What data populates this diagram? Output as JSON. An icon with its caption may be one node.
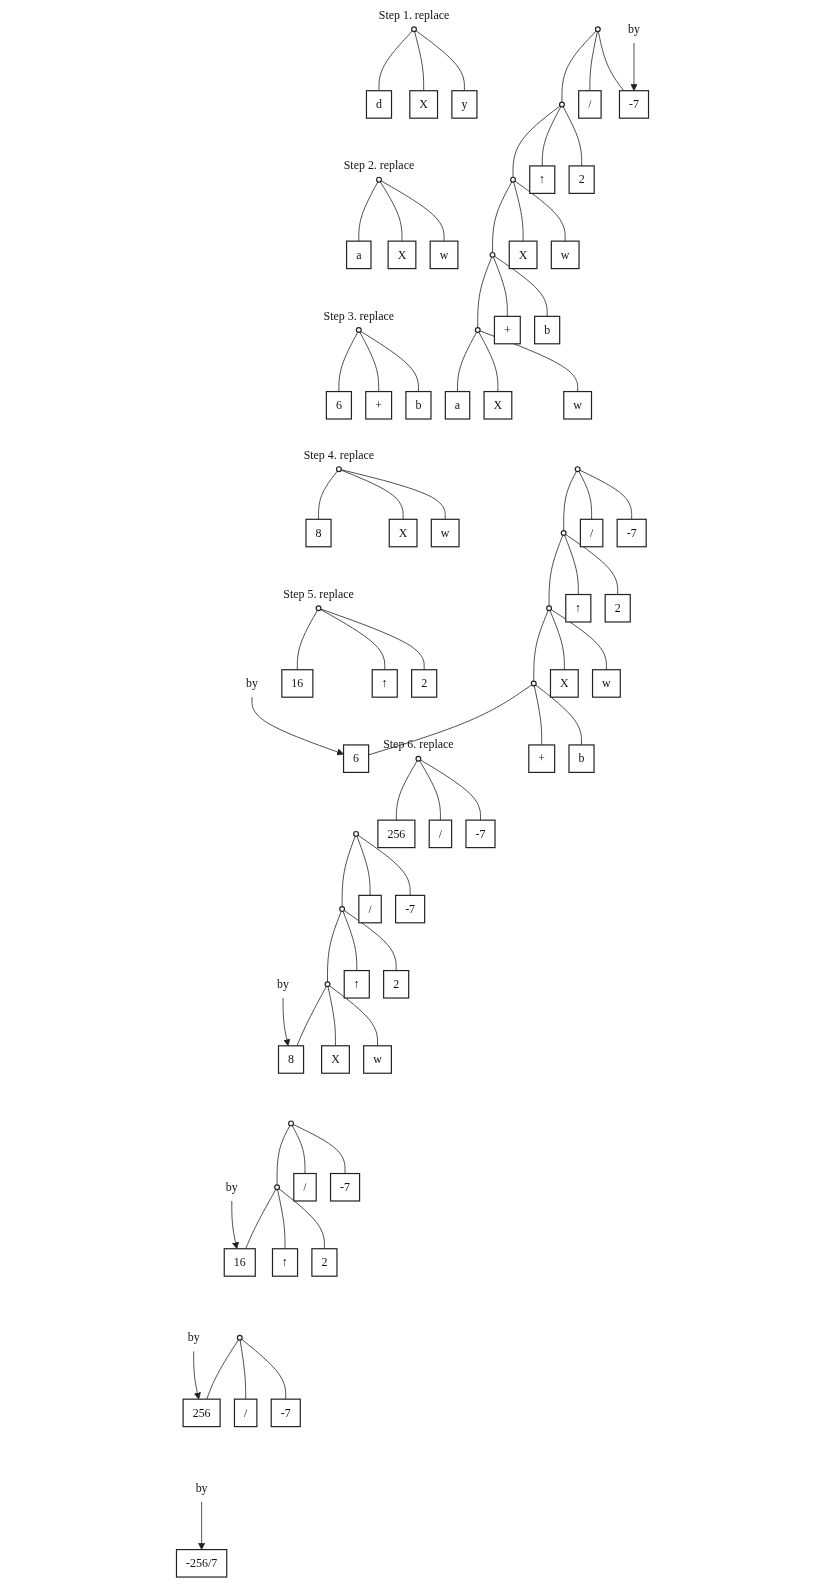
{
  "diagram": {
    "nodes": [
      {
        "text": [],
        "shape": "circle",
        "beside": [
          "Step 1. replace"
        ]
      },
      {
        "text": [
          "d"
        ]
      },
      {
        "text": [
          "X"
        ]
      },
      {
        "text": [
          "y"
        ]
      },
      {
        "text": [
          "by"
        ]
      },
      {
        "text": [],
        "shape": "circle"
      },
      {
        "text": [],
        "shape": "circle"
      },
      {
        "text": [
          "/"
        ]
      },
      {
        "text": [
          "-7"
        ]
      },
      {
        "text": [],
        "shape": "circle"
      },
      {
        "text": [
          "↑"
        ]
      },
      {
        "text": [
          "2"
        ]
      },
      {
        "text": [],
        "shape": "circle"
      },
      {
        "text": [
          "X"
        ]
      },
      {
        "text": [
          "w"
        ]
      },
      {
        "text": [],
        "shape": "circle"
      },
      {
        "text": [
          "+"
        ]
      },
      {
        "text": [
          "b"
        ]
      },
      {
        "text": [
          "a"
        ]
      },
      {
        "text": [
          "X"
        ]
      },
      {
        "text": [
          "w"
        ]
      },
      {
        "text": [],
        "shape": "circle",
        "beside": [
          "Step 2. replace"
        ]
      },
      {
        "text": [
          "a"
        ]
      },
      {
        "text": [
          "X"
        ]
      },
      {
        "text": [
          "w"
        ]
      },
      {
        "text": [
          "by"
        ]
      },
      {
        "text": [],
        "shape": "circle"
      },
      {
        "text": [],
        "shape": "circle"
      },
      {
        "text": [
          "/"
        ]
      },
      {
        "text": [
          "-7"
        ]
      },
      {
        "text": [],
        "shape": "circle"
      },
      {
        "text": [
          "↑"
        ]
      },
      {
        "text": [
          "2"
        ]
      },
      {
        "text": [],
        "shape": "circle"
      },
      {
        "text": [
          "X"
        ]
      },
      {
        "text": [
          "w"
        ]
      },
      {
        "text": [
          "6"
        ]
      },
      {
        "text": [
          "+"
        ]
      },
      {
        "text": [
          "b"
        ]
      },
      {
        "text": [],
        "shape": "circle",
        "beside": [
          "Step 3. replace"
        ]
      },
      {
        "text": [
          "6"
        ]
      },
      {
        "text": [
          "+"
        ]
      },
      {
        "text": [
          "b"
        ]
      },
      {
        "text": [
          "by"
        ]
      },
      {
        "text": [],
        "shape": "circle"
      },
      {
        "text": [],
        "shape": "circle"
      },
      {
        "text": [
          "/"
        ]
      },
      {
        "text": [
          "-7"
        ]
      },
      {
        "text": [],
        "shape": "circle"
      },
      {
        "text": [
          "↑"
        ]
      },
      {
        "text": [
          "2"
        ]
      },
      {
        "text": [
          "8"
        ]
      },
      {
        "text": [
          "X"
        ]
      },
      {
        "text": [
          "w"
        ]
      },
      {
        "text": [],
        "shape": "circle",
        "beside": [
          "Step 4. replace"
        ]
      },
      {
        "text": [
          "8"
        ]
      },
      {
        "text": [
          "X"
        ]
      },
      {
        "text": [
          "w"
        ]
      },
      {
        "text": [
          "by"
        ]
      },
      {
        "text": [],
        "shape": "circle"
      },
      {
        "text": [],
        "shape": "circle"
      },
      {
        "text": [
          "/"
        ]
      },
      {
        "text": [
          "-7"
        ]
      },
      {
        "text": [
          "16"
        ]
      },
      {
        "text": [
          "↑"
        ]
      },
      {
        "text": [
          "2"
        ]
      },
      {
        "text": [],
        "shape": "circle",
        "beside": [
          "Step 5. replace"
        ]
      },
      {
        "text": [
          "16"
        ]
      },
      {
        "text": [
          "↑"
        ]
      },
      {
        "text": [
          "2"
        ]
      },
      {
        "text": [
          "by"
        ]
      },
      {
        "text": [],
        "shape": "circle"
      },
      {
        "text": [
          "256"
        ]
      },
      {
        "text": [
          "/"
        ]
      },
      {
        "text": [
          "-7"
        ]
      },
      {
        "text": [],
        "shape": "circle",
        "beside": [
          "Step 6. replace"
        ]
      },
      {
        "text": [
          "256"
        ]
      },
      {
        "text": [
          "/"
        ]
      },
      {
        "text": [
          "-7"
        ]
      },
      {
        "text": [
          "by"
        ]
      },
      {
        "text": [
          "-256/7"
        ]
      }
    ],
    "edges": [
      {
        "from": 0,
        "to": 1,
        "arrow": "none"
      },
      {
        "from": 0,
        "to": 2,
        "arrow": "none"
      },
      {
        "from": 0,
        "to": 3,
        "arrow": "none"
      },
      {
        "from": 4,
        "to": 8,
        "arrow": "to"
      },
      {
        "from": 5,
        "to": 6,
        "arrow": "none"
      },
      {
        "from": 5,
        "to": 7,
        "arrow": "none"
      },
      {
        "from": 5,
        "to": 8,
        "arrow": "none"
      },
      {
        "from": 6,
        "to": 9,
        "arrow": "none"
      },
      {
        "from": 6,
        "to": 10,
        "arrow": "none"
      },
      {
        "from": 6,
        "to": 11,
        "arrow": "none"
      },
      {
        "from": 9,
        "to": 12,
        "arrow": "none"
      },
      {
        "from": 9,
        "to": 13,
        "arrow": "none"
      },
      {
        "from": 9,
        "to": 14,
        "arrow": "none"
      },
      {
        "from": 12,
        "to": 15,
        "arrow": "none"
      },
      {
        "from": 12,
        "to": 16,
        "arrow": "none"
      },
      {
        "from": 12,
        "to": 17,
        "arrow": "none"
      },
      {
        "from": 15,
        "to": 18,
        "arrow": "none"
      },
      {
        "from": 15,
        "to": 19,
        "arrow": "none"
      },
      {
        "from": 15,
        "to": 20,
        "arrow": "none"
      },
      {
        "from": 21,
        "to": 22,
        "arrow": "none"
      },
      {
        "from": 21,
        "to": 23,
        "arrow": "none"
      },
      {
        "from": 21,
        "to": 24,
        "arrow": "none"
      },
      {
        "from": 25,
        "to": 36,
        "arrow": "to"
      },
      {
        "from": 26,
        "to": 27,
        "arrow": "none"
      },
      {
        "from": 26,
        "to": 28,
        "arrow": "none"
      },
      {
        "from": 26,
        "to": 29,
        "arrow": "none"
      },
      {
        "from": 27,
        "to": 30,
        "arrow": "none"
      },
      {
        "from": 27,
        "to": 31,
        "arrow": "none"
      },
      {
        "from": 27,
        "to": 32,
        "arrow": "none"
      },
      {
        "from": 30,
        "to": 33,
        "arrow": "none"
      },
      {
        "from": 30,
        "to": 34,
        "arrow": "none"
      },
      {
        "from": 30,
        "to": 35,
        "arrow": "none"
      },
      {
        "from": 33,
        "to": 36,
        "arrow": "none"
      },
      {
        "from": 33,
        "to": 37,
        "arrow": "none"
      },
      {
        "from": 33,
        "to": 38,
        "arrow": "none"
      },
      {
        "from": 39,
        "to": 40,
        "arrow": "none"
      },
      {
        "from": 39,
        "to": 41,
        "arrow": "none"
      },
      {
        "from": 39,
        "to": 42,
        "arrow": "none"
      },
      {
        "from": 43,
        "to": 51,
        "arrow": "to"
      },
      {
        "from": 44,
        "to": 45,
        "arrow": "none"
      },
      {
        "from": 44,
        "to": 46,
        "arrow": "none"
      },
      {
        "from": 44,
        "to": 47,
        "arrow": "none"
      },
      {
        "from": 45,
        "to": 48,
        "arrow": "none"
      },
      {
        "from": 45,
        "to": 49,
        "arrow": "none"
      },
      {
        "from": 45,
        "to": 50,
        "arrow": "none"
      },
      {
        "from": 48,
        "to": 51,
        "arrow": "none"
      },
      {
        "from": 48,
        "to": 52,
        "arrow": "none"
      },
      {
        "from": 48,
        "to": 53,
        "arrow": "none"
      },
      {
        "from": 54,
        "to": 55,
        "arrow": "none"
      },
      {
        "from": 54,
        "to": 56,
        "arrow": "none"
      },
      {
        "from": 54,
        "to": 57,
        "arrow": "none"
      },
      {
        "from": 58,
        "to": 63,
        "arrow": "to"
      },
      {
        "from": 59,
        "to": 60,
        "arrow": "none"
      },
      {
        "from": 59,
        "to": 61,
        "arrow": "none"
      },
      {
        "from": 59,
        "to": 62,
        "arrow": "none"
      },
      {
        "from": 60,
        "to": 63,
        "arrow": "none"
      },
      {
        "from": 60,
        "to": 64,
        "arrow": "none"
      },
      {
        "from": 60,
        "to": 65,
        "arrow": "none"
      },
      {
        "from": 66,
        "to": 67,
        "arrow": "none"
      },
      {
        "from": 66,
        "to": 68,
        "arrow": "none"
      },
      {
        "from": 66,
        "to": 69,
        "arrow": "none"
      },
      {
        "from": 70,
        "to": 72,
        "arrow": "to"
      },
      {
        "from": 71,
        "to": 72,
        "arrow": "none"
      },
      {
        "from": 71,
        "to": 73,
        "arrow": "none"
      },
      {
        "from": 71,
        "to": 74,
        "arrow": "none"
      },
      {
        "from": 75,
        "to": 76,
        "arrow": "none"
      },
      {
        "from": 75,
        "to": 77,
        "arrow": "none"
      },
      {
        "from": 75,
        "to": 78,
        "arrow": "none"
      },
      {
        "from": 79,
        "to": 80,
        "arrow": "to"
      }
    ]
  }
}
